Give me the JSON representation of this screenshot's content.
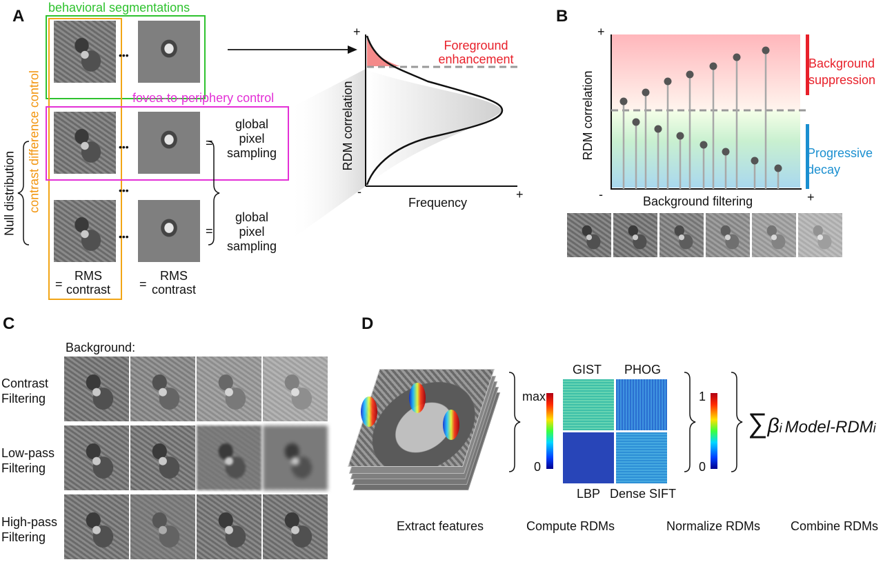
{
  "panel_a": {
    "label": "A",
    "behavioral_segmentations": "behavioral segmentations",
    "contrast_difference_control": "contrast difference control",
    "fovea_to_periphery_control": "fovea-to-periphery control",
    "null_distribution": "Null distribution",
    "global_pixel_sampling": [
      "global",
      "pixel",
      "sampling"
    ],
    "rms_contrast": [
      "RMS",
      "contrast"
    ],
    "equals": "=",
    "ellipsis": "•••",
    "y_axis_label": "RDM correlation",
    "x_axis_label": "Frequency",
    "plus": "+",
    "minus": "-",
    "annotation": [
      "Foreground",
      "enhancement"
    ]
  },
  "panel_b": {
    "label": "B",
    "y_axis_label": "RDM correlation",
    "x_axis_label": "Background filtering",
    "plus": "+",
    "minus": "-",
    "upper_annotation": [
      "Background",
      "suppression"
    ],
    "lower_annotation": [
      "Progressive",
      "decay"
    ]
  },
  "panel_c": {
    "label": "C",
    "heading": "Background:",
    "rows": [
      {
        "label": [
          "Contrast",
          "Filtering"
        ]
      },
      {
        "label": [
          "Low-pass",
          "Filtering"
        ]
      },
      {
        "label": [
          "High-pass",
          "Filtering"
        ]
      }
    ]
  },
  "panel_d": {
    "label": "D",
    "rdm_labels": [
      "GIST",
      "PHOG",
      "LBP",
      "Dense SIFT"
    ],
    "colorbar1": {
      "max": "max",
      "min": "0"
    },
    "colorbar2": {
      "max": "1",
      "min": "0"
    },
    "formula_sigma": "∑",
    "formula_beta": "β",
    "formula_i": "i",
    "formula_text": "Model-RDM",
    "steps": [
      "Extract features",
      "Compute RDMs",
      "Normalize RDMs",
      "Combine RDMs"
    ]
  },
  "colors": {
    "green_box": "#2ec22e",
    "orange_box": "#f2a516",
    "magenta_box": "#e32fd6",
    "red_text": "#e8202a",
    "blue_text": "#1a8fd0",
    "orange_text": "#f2950e"
  }
}
